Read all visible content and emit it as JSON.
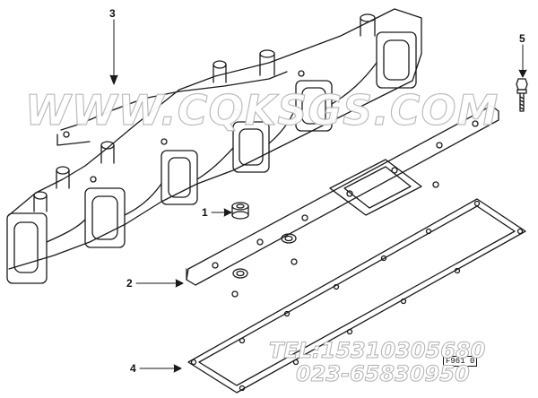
{
  "callouts": [
    {
      "id": "1",
      "label": "1"
    },
    {
      "id": "2",
      "label": "2"
    },
    {
      "id": "3",
      "label": "3"
    },
    {
      "id": "4",
      "label": "4"
    },
    {
      "id": "5",
      "label": "5"
    }
  ],
  "watermark": {
    "site": "WWW.CQKSGS.COM",
    "tel_line": "TEL:15310305680",
    "phone_line": "023-65830950"
  },
  "drawing_code": "F961 0"
}
